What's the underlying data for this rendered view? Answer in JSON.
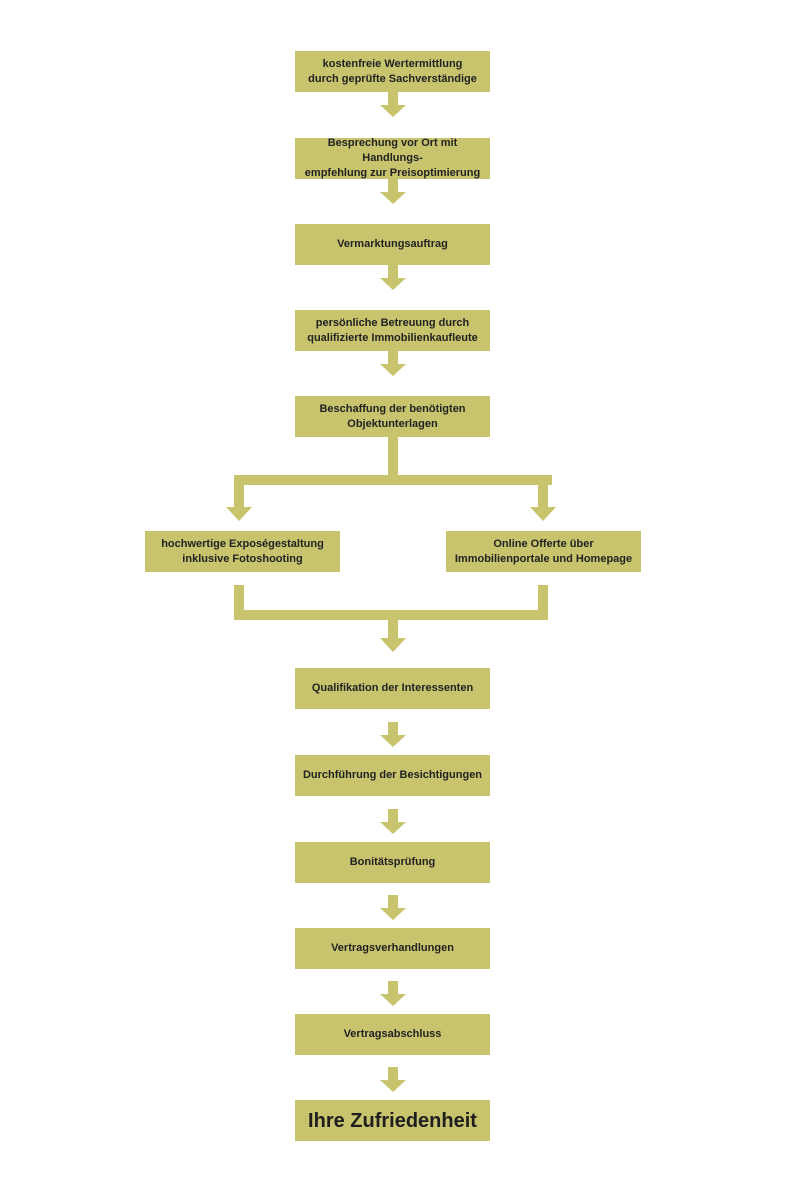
{
  "colors": {
    "box_fill": "#c8c46e",
    "connector": "#c8c46e",
    "text": "#222222",
    "background": "#ffffff"
  },
  "steps": [
    "kostenfreie Wertermittlung\ndurch geprüfte Sachverständige",
    "Besprechung vor Ort mit Handlungs-\nempfehlung zur Preisoptimierung",
    "Vermarktungsauftrag",
    "persönliche Betreuung durch\nqualifizierte Immobilienkaufleute",
    "Beschaffung der benötigten\nObjektunterlagen"
  ],
  "branches": [
    "hochwertige Exposégestaltung\ninklusive Fotoshooting",
    "Online Offerte über\nImmobilienportale und Homepage"
  ],
  "steps_after": [
    "Qualifikation der Interessenten",
    "Durchführung der Besichtigungen",
    "Bonitätsprüfung",
    "Vertragsverhandlungen",
    "Vertragsabschluss"
  ],
  "final": "Ihre Zufriedenheit"
}
